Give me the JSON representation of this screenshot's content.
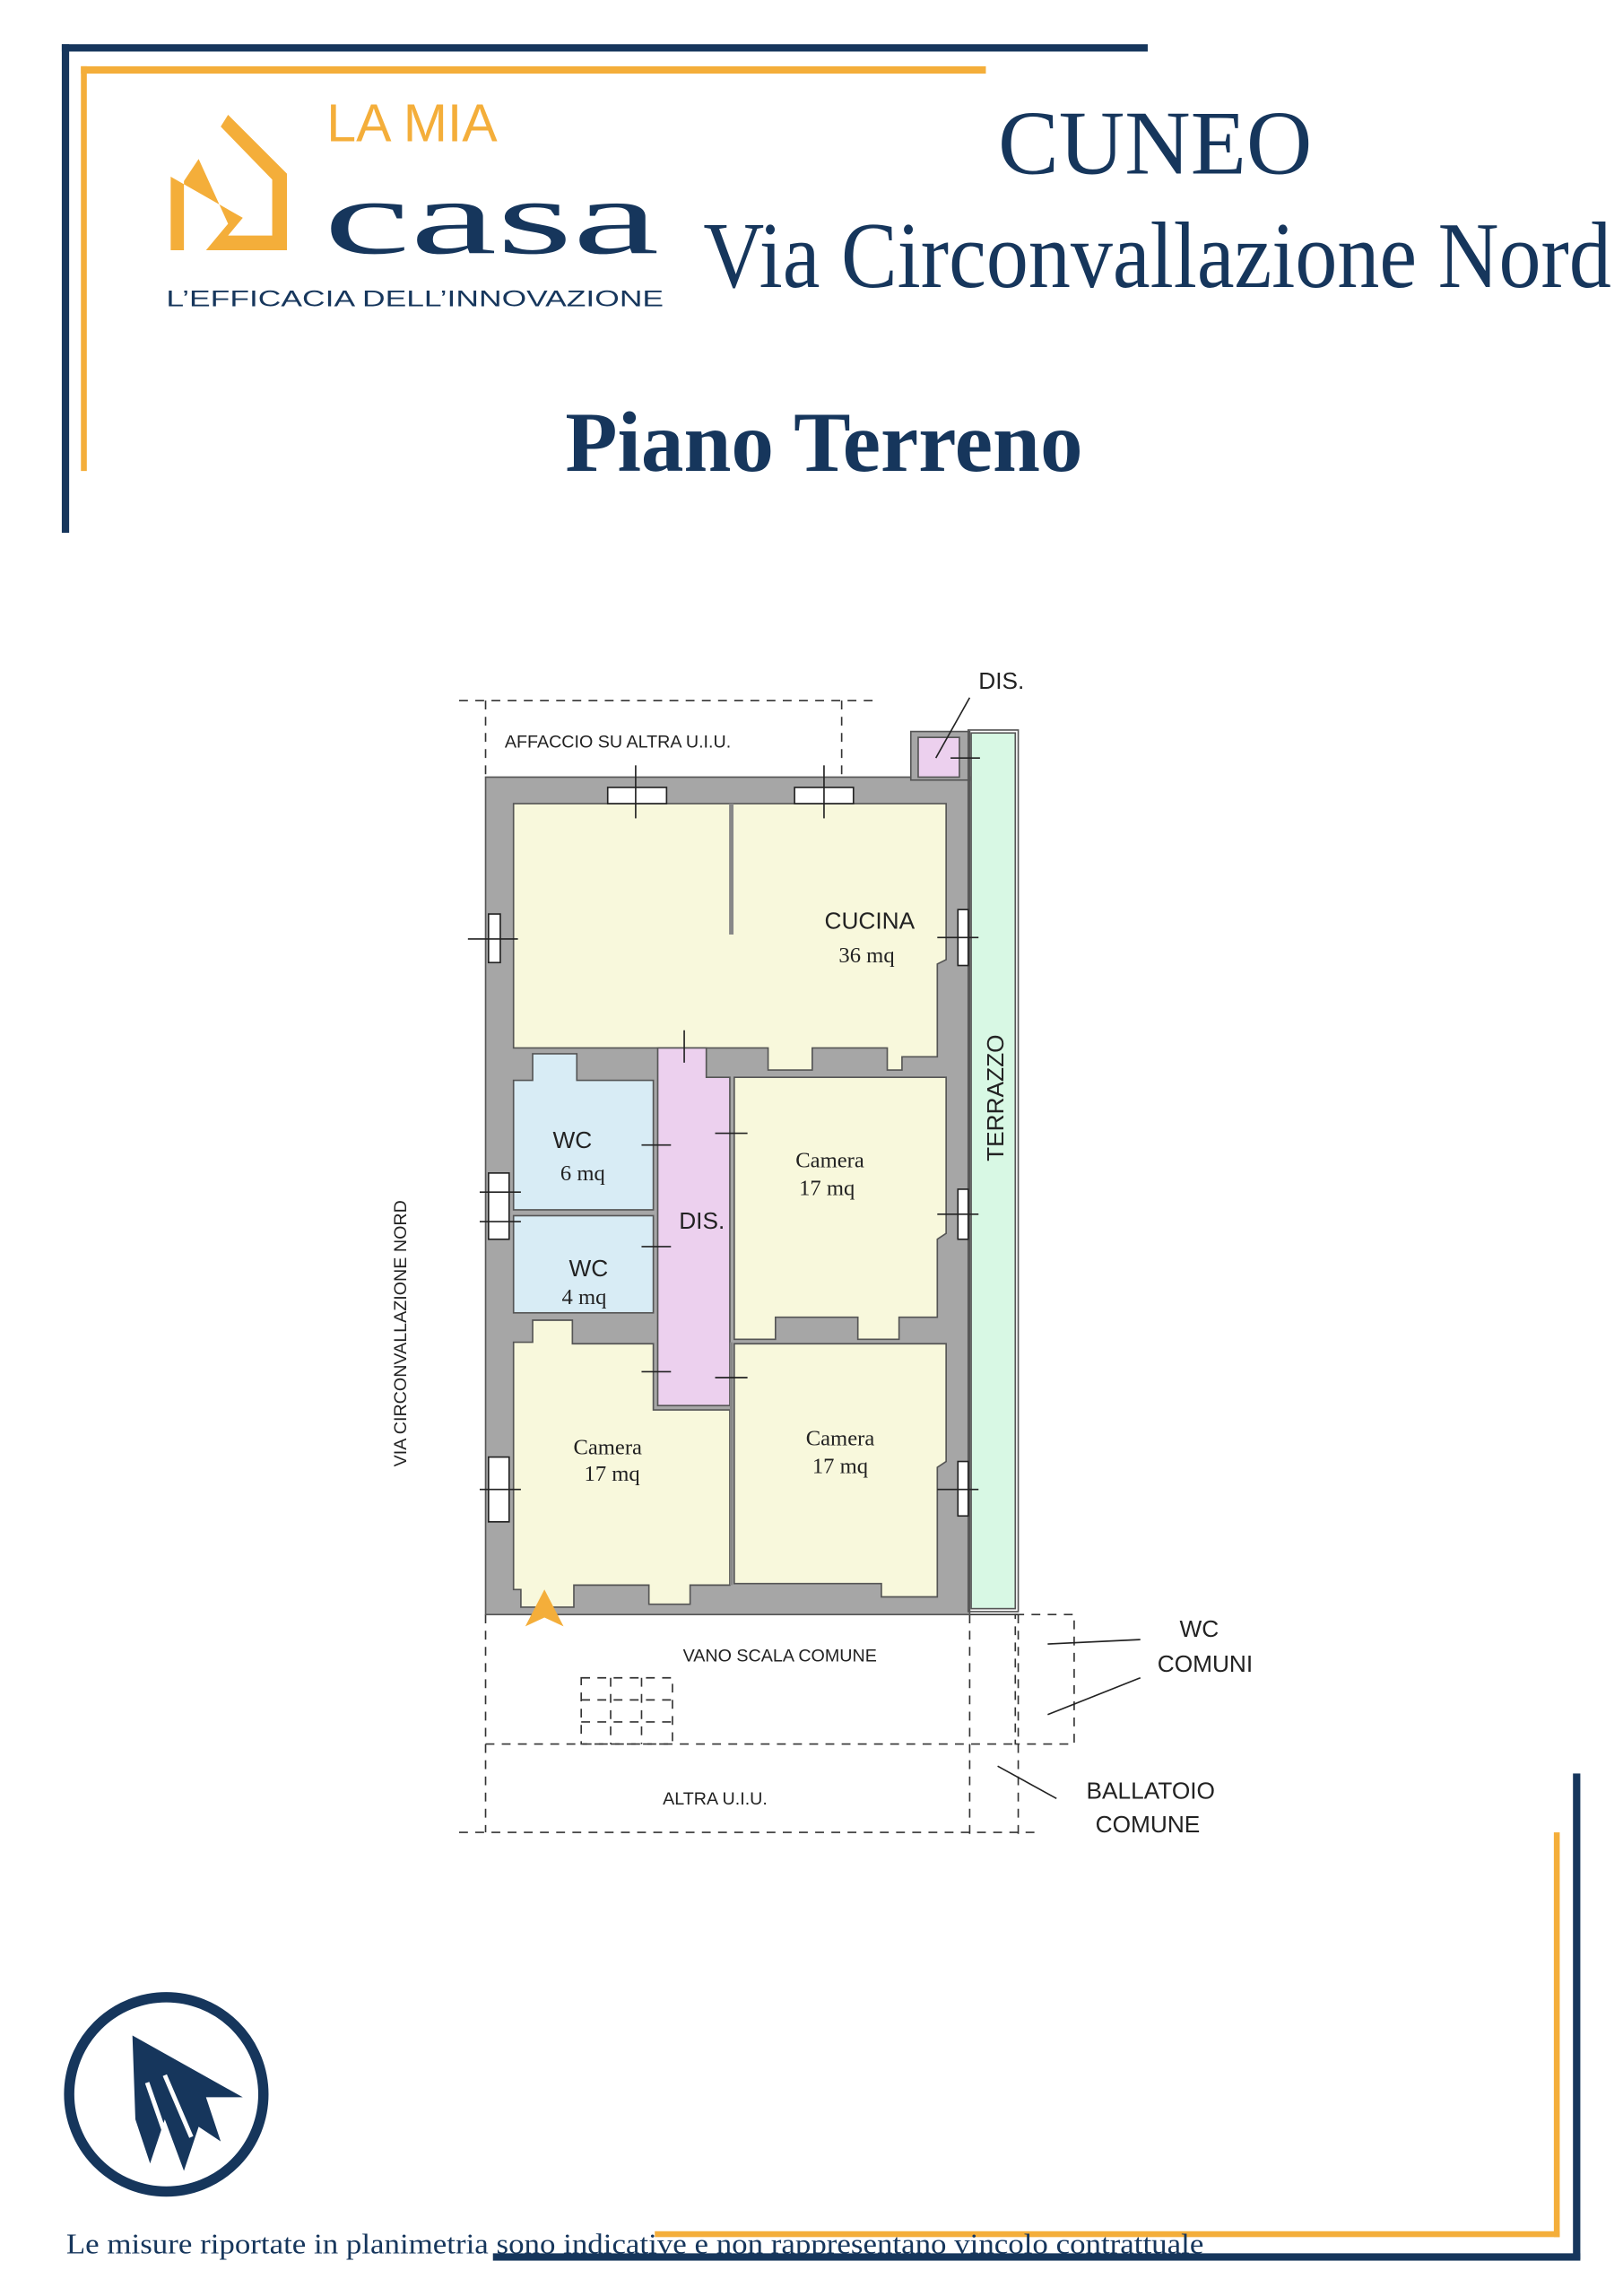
{
  "logo": {
    "line1": "LA MIA",
    "line2": "casa",
    "tagline": "L’EFFICACIA DELL’INNOVAZIONE"
  },
  "header": {
    "city": "CUNEO",
    "street": "Via Circonvallazione Nord",
    "floor": "Piano Terreno"
  },
  "plan": {
    "affaccio": "AFFACCIO SU ALTRA U.I.U.",
    "dis_top": "DIS.",
    "cucina": {
      "name": "CUCINA",
      "area": "36 mq"
    },
    "wc1": {
      "name": "WC",
      "area": "6 mq"
    },
    "wc2": {
      "name": "WC",
      "area": "4 mq"
    },
    "dis": "DIS.",
    "camera1": {
      "name": "Camera",
      "area": "17 mq"
    },
    "camera2": {
      "name": "Camera",
      "area": "17 mq"
    },
    "camera3": {
      "name": "Camera",
      "area": "17 mq"
    },
    "terrazzo": "TERRAZZO",
    "street_side": "VIA CIRCONVALLAZIONE NORD",
    "vano_scala": "VANO SCALA COMUNE",
    "altra": "ALTRA U.I.U.",
    "wc_comuni": [
      "WC",
      "COMUNI"
    ],
    "ballatoio": [
      "BALLATOIO",
      "COMUNE"
    ]
  },
  "footer": {
    "disclaimer": "Le misure riportate in planimetria sono indicative e non rappresentano vincolo contrattuale"
  },
  "colors": {
    "navy": "#16365c",
    "orange": "#f4ae3a",
    "wall": "#a6a6a6",
    "room": "#f8f8dc",
    "wc": "#d8ecf5",
    "dis": "#ecd0ee",
    "terrace": "#d8f8e4"
  }
}
